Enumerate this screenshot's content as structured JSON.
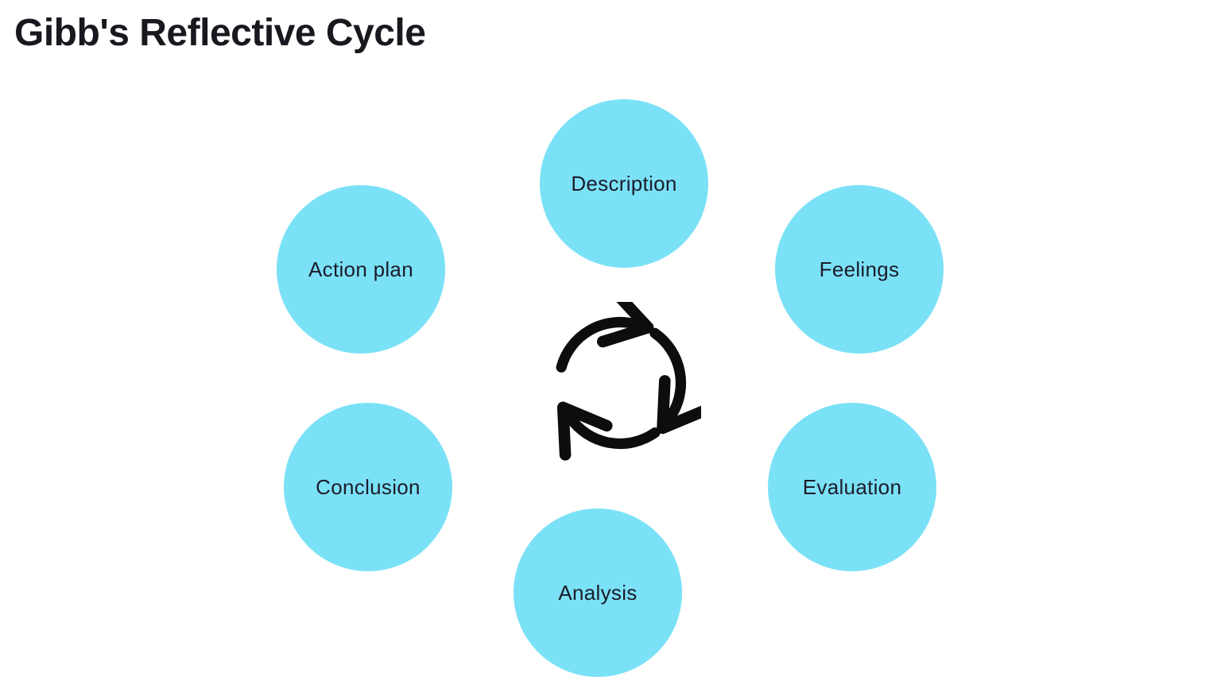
{
  "title": "Gibb's Reflective Cycle",
  "diagram": {
    "type": "cycle",
    "circle_color": "#7be1f6",
    "text_color": "#1c1c2b",
    "center_icon": "cycle-arrows-icon",
    "nodes": [
      {
        "label": "Description",
        "position": "top"
      },
      {
        "label": "Feelings",
        "position": "upper-right"
      },
      {
        "label": "Evaluation",
        "position": "lower-right"
      },
      {
        "label": "Analysis",
        "position": "bottom"
      },
      {
        "label": "Conclusion",
        "position": "lower-left"
      },
      {
        "label": "Action plan",
        "position": "upper-left"
      }
    ]
  }
}
